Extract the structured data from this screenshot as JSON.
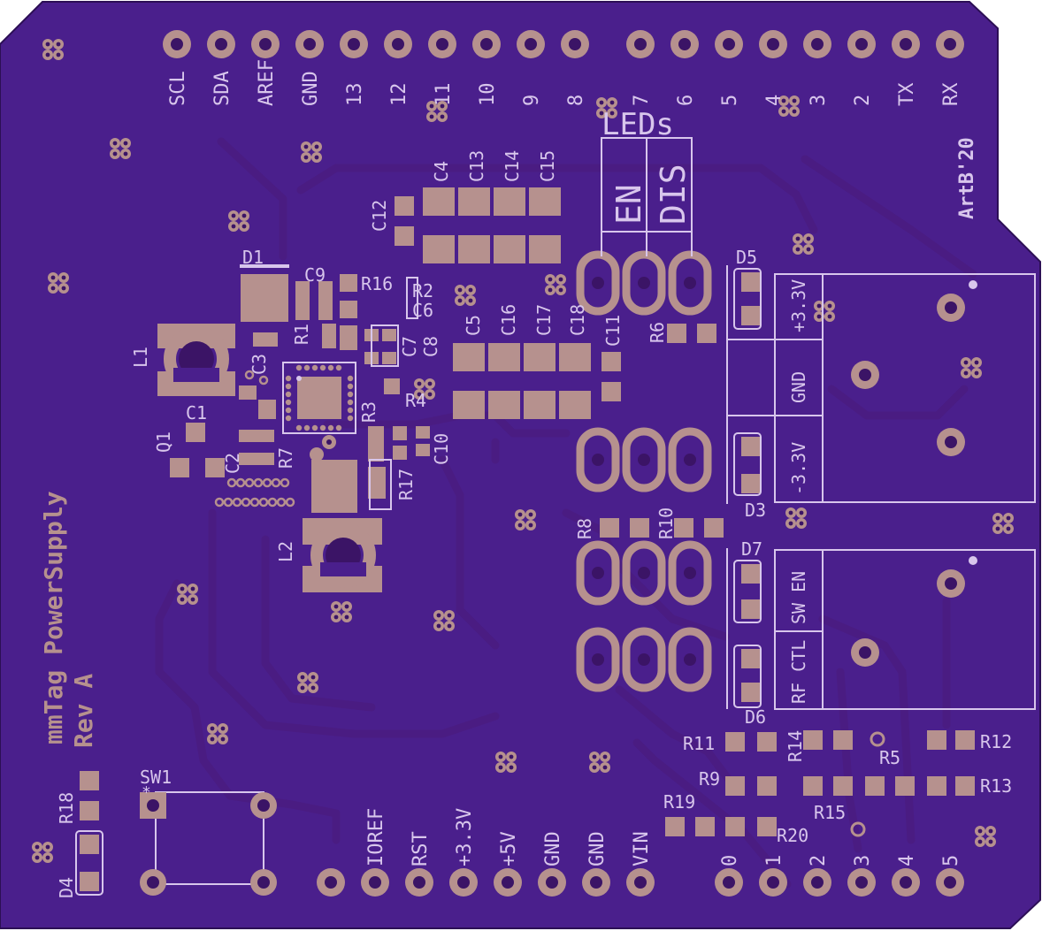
{
  "board": {
    "title": "mmTag PowerSupply",
    "revision": "Rev A",
    "author_mark": "ArtB'20",
    "colors": {
      "soldermask": "#4a1f8c",
      "copper": "#b6918e",
      "silkscreen": "#d8c6ec",
      "background": "#ffffff"
    }
  },
  "header_top": {
    "pins_left": [
      "SCL",
      "SDA",
      "AREF",
      "GND",
      "13",
      "12",
      "11",
      "10",
      "9",
      "8"
    ],
    "pins_right": [
      "7",
      "6",
      "5",
      "4",
      "3",
      "2",
      "TX",
      "RX"
    ]
  },
  "header_bottom": {
    "power_pins": [
      "IOREF",
      "RST",
      "+3.3V",
      "+5V",
      "GND",
      "GND",
      "VIN"
    ],
    "analog_pins": [
      "0",
      "1",
      "2",
      "3",
      "4",
      "5"
    ]
  },
  "led_block": {
    "title": "LEDs",
    "en_label": "EN",
    "dis_label": "DIS"
  },
  "terminal_block_1": {
    "labels": [
      "+3.3V",
      "GND",
      "-3.3V"
    ]
  },
  "terminal_block_2": {
    "labels": [
      "SW EN",
      "RF CTL"
    ]
  },
  "switch_label": "SW1",
  "switch_mark": "*",
  "designators": {
    "D1": "D1",
    "D3": "D3",
    "D4": "D4",
    "D5": "D5",
    "D6": "D6",
    "D7": "D7",
    "L1": "L1",
    "L2": "L2",
    "Q1": "Q1",
    "C1": "C1",
    "C2": "C2",
    "C3": "C3",
    "C4": "C4",
    "C5": "C5",
    "C6": "C6",
    "C7": "C7",
    "C8": "C8",
    "C9": "C9",
    "C10": "C10",
    "C11": "C11",
    "C12": "C12",
    "C13": "C13",
    "C14": "C14",
    "C15": "C15",
    "C16": "C16",
    "C17": "C17",
    "C18": "C18",
    "R1": "R1",
    "R2": "R2",
    "R3": "R3",
    "R4": "R4",
    "R5": "R5",
    "R6": "R6",
    "R7": "R7",
    "R8": "R8",
    "R9": "R9",
    "R10": "R10",
    "R11": "R11",
    "R12": "R12",
    "R13": "R13",
    "R14": "R14",
    "R15": "R15",
    "R16": "R16",
    "R17": "R17",
    "R18": "R18",
    "R19": "R19",
    "R20": "R20"
  }
}
